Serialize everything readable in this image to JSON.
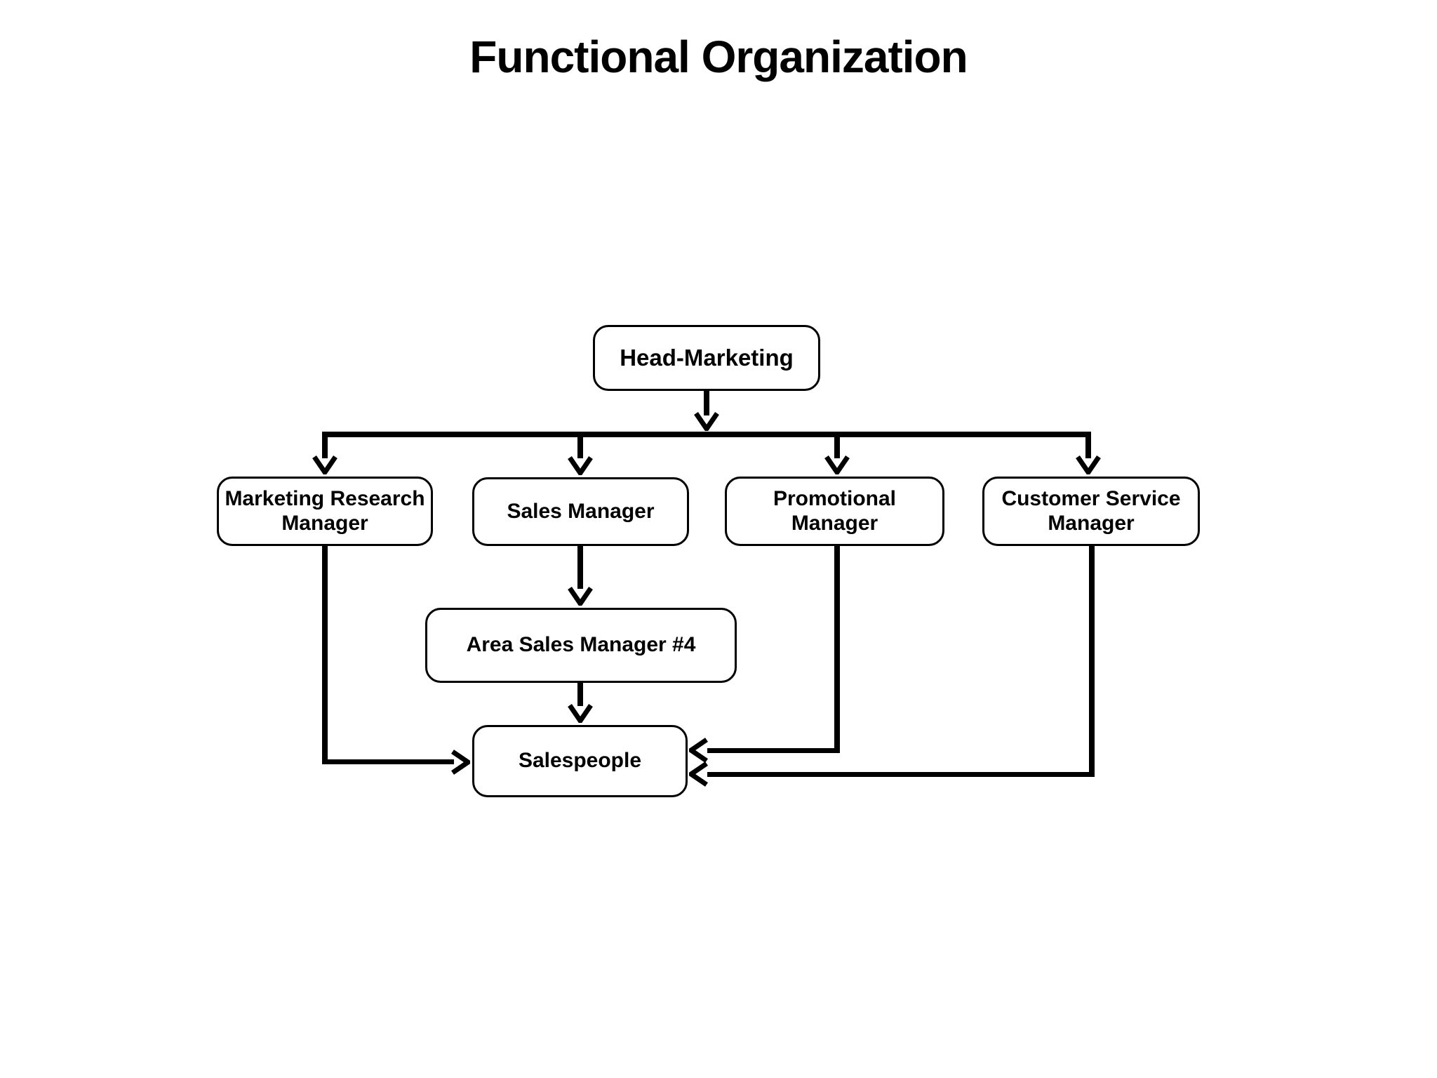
{
  "title": "Functional Organization",
  "colors": {
    "ink": "#000000",
    "background": "#ffffff",
    "box_fill": "#ffffff",
    "box_border": "#000000"
  },
  "nodes": {
    "head_marketing": {
      "label": "Head-Marketing"
    },
    "marketing_research": {
      "label": "Marketing Research Manager"
    },
    "sales_manager": {
      "label": "Sales Manager"
    },
    "promotional": {
      "label": "Promotional Manager"
    },
    "customer_service": {
      "label": "Customer Service Manager"
    },
    "area_sales": {
      "label": "Area Sales Manager #4"
    },
    "salespeople": {
      "label": "Salespeople"
    }
  },
  "edges": [
    {
      "from": "Head-Marketing",
      "to": "Marketing Research Manager"
    },
    {
      "from": "Head-Marketing",
      "to": "Sales Manager"
    },
    {
      "from": "Head-Marketing",
      "to": "Promotional Manager"
    },
    {
      "from": "Head-Marketing",
      "to": "Customer Service Manager"
    },
    {
      "from": "Sales Manager",
      "to": "Area Sales Manager #4"
    },
    {
      "from": "Area Sales Manager #4",
      "to": "Salespeople"
    },
    {
      "from": "Marketing Research Manager",
      "to": "Salespeople"
    },
    {
      "from": "Promotional Manager",
      "to": "Salespeople"
    },
    {
      "from": "Customer Service Manager",
      "to": "Salespeople"
    }
  ]
}
